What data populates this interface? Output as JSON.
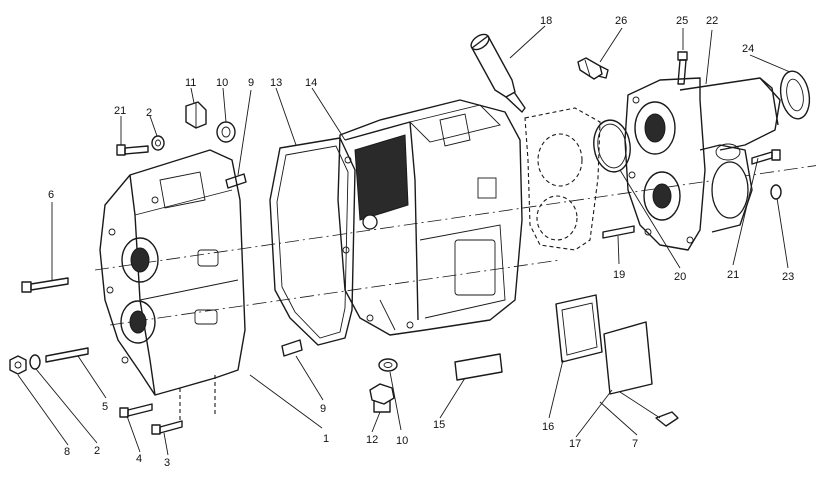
{
  "callouts": {
    "c1": "1",
    "c2a": "2",
    "c2b": "2",
    "c3": "3",
    "c4": "4",
    "c5": "5",
    "c6": "6",
    "c7": "7",
    "c8": "8",
    "c9a": "9",
    "c9b": "9",
    "c10a": "10",
    "c10b": "10",
    "c11": "11",
    "c12": "12",
    "c13": "13",
    "c14": "14",
    "c15": "15",
    "c16": "16",
    "c17": "17",
    "c18": "18",
    "c19": "19",
    "c20": "20",
    "c21a": "21",
    "c21b": "21",
    "c22": "22",
    "c23": "23",
    "c24": "24",
    "c25": "25",
    "c26": "26"
  }
}
